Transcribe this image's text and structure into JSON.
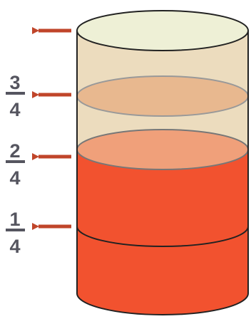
{
  "colors": {
    "empty_top": "#eef0d6",
    "empty_body": "#ecdcbe",
    "level_three_quarters": "#e8b88f",
    "level_half": "#f0a07a",
    "liquid": "#f2522f",
    "outline": "#222222",
    "arrow": "#c0452a",
    "label": "#55555f"
  },
  "icons": {
    "arrow": "arrow-left-icon"
  },
  "liquid_fill_fraction": 0.5,
  "labels": {
    "three_quarters": {
      "numerator": "3",
      "denominator": "4"
    },
    "two_quarters": {
      "numerator": "2",
      "denominator": "4"
    },
    "one_quarter": {
      "numerator": "1",
      "denominator": "4"
    }
  }
}
